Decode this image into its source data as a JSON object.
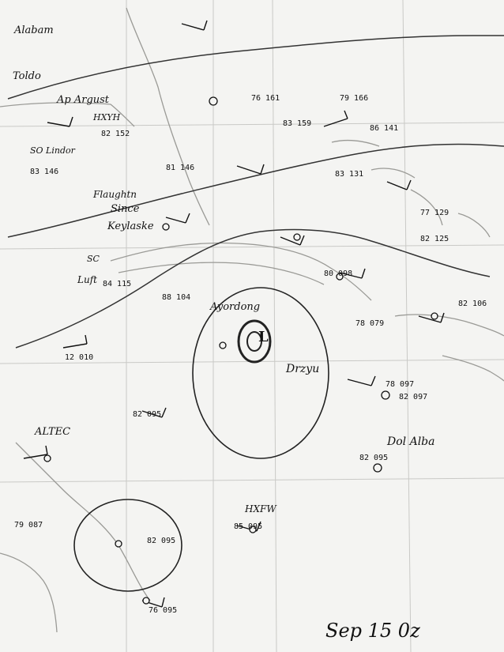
{
  "date_label": "Sep  15  0z",
  "labels": {
    "alabama": "Alabam",
    "toldo": "Toldo",
    "ap_argust": "Ap Argust",
    "hxyh": "HXYH",
    "lindor": "SO Lindor",
    "flaughtn": "Flaughtn",
    "since": "Since",
    "keylaske": "Keylaske",
    "sc": "SC",
    "luft": "Luft",
    "ayordong": "Ayordong",
    "drzyu": "Drzyu",
    "altec": "ALTEC",
    "dol_alba": "Dol Alba",
    "hxfw": "HXFW",
    "label_l": "L"
  },
  "stations": [
    {
      "id": "s1",
      "text": "83 159"
    },
    {
      "id": "s2",
      "text": "82 152"
    },
    {
      "id": "s3",
      "text": "83 146"
    },
    {
      "id": "s4",
      "text": "86 141"
    },
    {
      "id": "s5",
      "text": "83 131"
    },
    {
      "id": "s6",
      "text": "77 129"
    },
    {
      "id": "s7",
      "text": "82 125"
    },
    {
      "id": "s8",
      "text": "80 098"
    },
    {
      "id": "s9",
      "text": "82 106"
    },
    {
      "id": "s10",
      "text": "84 115"
    },
    {
      "id": "s11",
      "text": "78 097"
    },
    {
      "id": "s12",
      "text": "82 095"
    },
    {
      "id": "s13",
      "text": "76 095"
    },
    {
      "id": "s14",
      "text": "79 087"
    },
    {
      "id": "s15",
      "text": "82 095"
    },
    {
      "id": "s16",
      "text": "85 095"
    },
    {
      "id": "s17",
      "text": "76 161"
    },
    {
      "id": "s18",
      "text": "79 166"
    },
    {
      "id": "s19",
      "text": "12 010"
    },
    {
      "id": "s20",
      "text": "82 097"
    },
    {
      "id": "s21",
      "text": "88 104"
    },
    {
      "id": "s22",
      "text": "81 146"
    },
    {
      "id": "s23",
      "text": "78 079"
    },
    {
      "id": "s24",
      "text": "82 095"
    }
  ]
}
